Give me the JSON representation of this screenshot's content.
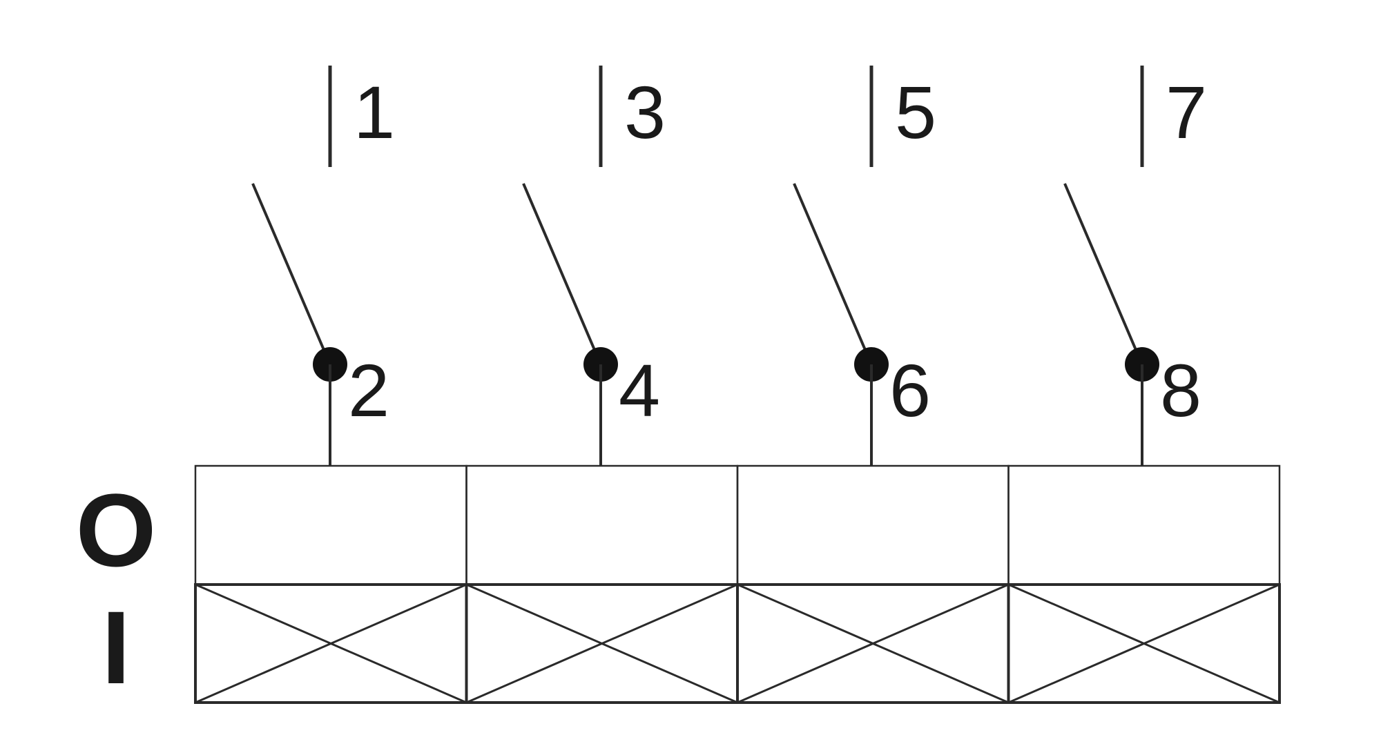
{
  "colors": {
    "line": "#2a2a2a",
    "background": "#ffffff"
  },
  "contacts": [
    {
      "upper_terminal": "1",
      "lower_terminal": "2"
    },
    {
      "upper_terminal": "3",
      "lower_terminal": "4"
    },
    {
      "upper_terminal": "5",
      "lower_terminal": "6"
    },
    {
      "upper_terminal": "7",
      "lower_terminal": "8"
    }
  ],
  "positions": [
    {
      "label": "O",
      "closed": [
        false,
        false,
        false,
        false
      ]
    },
    {
      "label": "I",
      "closed": [
        true,
        true,
        true,
        true
      ]
    }
  ]
}
